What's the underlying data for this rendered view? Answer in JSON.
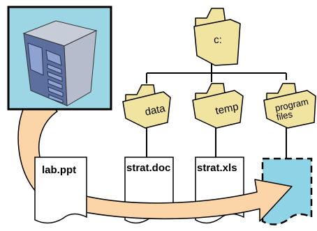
{
  "folders": {
    "root": "c:",
    "children": [
      "data",
      "temp"
    ],
    "program": [
      "program",
      "files"
    ]
  },
  "files": {
    "lab": "lab.ppt",
    "strat_doc": "strat.doc",
    "strat_xls": "strat.xls"
  },
  "icons": {
    "server": "server-computer-icon",
    "target": "dashed-document-icon"
  },
  "colors": {
    "server_bg": "#9cd6e4",
    "folder": "#f0e4a0",
    "arrow": "#fbd5a7",
    "target_doc": "#8fd3e6"
  }
}
